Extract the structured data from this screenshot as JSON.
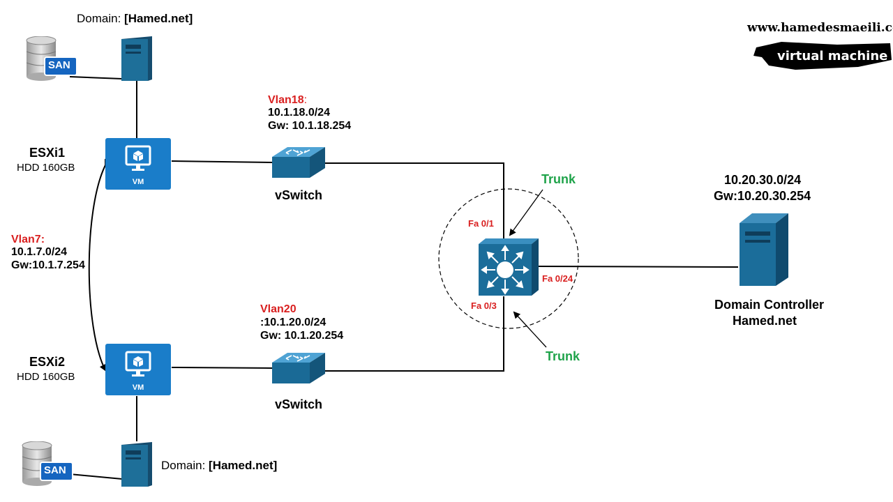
{
  "branding": {
    "url": "www.hamedesmaeili.com",
    "tagline": "virtual machine"
  },
  "top_host": {
    "domain_prefix": "Domain: ",
    "domain_name": "[Hamed.net]",
    "san_label": "SAN"
  },
  "bottom_host": {
    "domain_prefix": "Domain: ",
    "domain_name": "[Hamed.net]",
    "san_label": "SAN"
  },
  "esxi1": {
    "name": "ESXi1",
    "disk": "HDD 160GB",
    "vm_label": "VM"
  },
  "esxi2": {
    "name": "ESXi2",
    "disk": "HDD 160GB",
    "vm_label": "VM"
  },
  "vlan7": {
    "name": "Vlan7:",
    "subnet": "10.1.7.0/24",
    "gateway": "Gw:10.1.7.254"
  },
  "vlan18": {
    "name": "Vlan18",
    "colon": ":",
    "subnet": "10.1.18.0/24",
    "gateway": "Gw: 10.1.18.254"
  },
  "vlan20": {
    "name": "Vlan20",
    "subnet": ":10.1.20.0/24",
    "gateway": "Gw: 10.1.20.254"
  },
  "vswitch_top": {
    "label": "vSwitch"
  },
  "vswitch_bottom": {
    "label": "vSwitch"
  },
  "core_switch": {
    "port_top": "Fa 0/1",
    "port_bottom": "Fa 0/3",
    "port_right": "Fa 0/24"
  },
  "trunk_top": {
    "label": "Trunk"
  },
  "trunk_bottom": {
    "label": "Trunk"
  },
  "domain_controller": {
    "subnet": "10.20.30.0/24",
    "gateway": "Gw:10.20.30.254",
    "title": "Domain Controller",
    "domain": "Hamed.net"
  },
  "colors": {
    "device_blue": "#1a7dc9",
    "server_teal": "#1e6f99",
    "vlan_red": "#d91f1f",
    "trunk_green": "#1fa34a"
  },
  "icons": [
    "san-storage-icon",
    "server-icon",
    "vm-monitor-icon",
    "vswitch-icon",
    "layer3-switch-icon",
    "tower-server-icon"
  ]
}
